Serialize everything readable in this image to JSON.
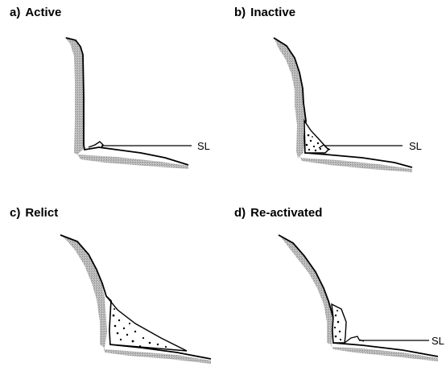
{
  "panels": [
    {
      "letter": "a)",
      "title": "Active",
      "has_sea_level": true,
      "sea_level_label": "SL"
    },
    {
      "letter": "b)",
      "title": "Inactive",
      "has_sea_level": true,
      "sea_level_label": "SL"
    },
    {
      "letter": "c)",
      "title": "Relict",
      "has_sea_level": false
    },
    {
      "letter": "d)",
      "title": "Re-activated",
      "has_sea_level": true,
      "sea_level_label": "SL"
    }
  ],
  "colors": {
    "rock_shading": "#a8a8a8",
    "outline": "#000000",
    "debris_fill": "#ffffff"
  }
}
